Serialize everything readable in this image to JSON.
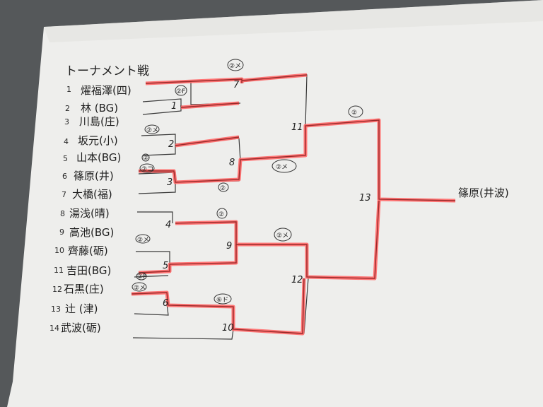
{
  "bracket": {
    "title": "トーナメント戦",
    "players": [
      {
        "seed": "1",
        "name": "燿福澤(四)"
      },
      {
        "seed": "2",
        "name": "林 (BG)"
      },
      {
        "seed": "3",
        "name": "川島(庄)"
      },
      {
        "seed": "4",
        "name": "坂元(小)"
      },
      {
        "seed": "5",
        "name": "山本(BG)"
      },
      {
        "seed": "6",
        "name": "篠原(井)"
      },
      {
        "seed": "7",
        "name": "大橋(福)"
      },
      {
        "seed": "8",
        "name": "湯浅(晴)"
      },
      {
        "seed": "9",
        "name": "高池(BG)"
      },
      {
        "seed": "10",
        "name": "齊藤(砺)"
      },
      {
        "seed": "11",
        "name": "吉田(BG)"
      },
      {
        "seed": "12",
        "name": "石黒(庄)"
      },
      {
        "seed": "13",
        "name": "辻 (津)"
      },
      {
        "seed": "14",
        "name": "武波(砺)"
      }
    ],
    "match_numbers": [
      "1",
      "2",
      "3",
      "4",
      "5",
      "6",
      "7",
      "8",
      "9",
      "10",
      "11",
      "12",
      "13"
    ],
    "annotations": [
      "②メ",
      "②F",
      "②メ",
      "②",
      "②コ",
      "②",
      "②メ",
      "②メ",
      "②",
      "②メ",
      "②F",
      "⑥ド",
      "②メ",
      "②"
    ],
    "champion": "篠原(井波)",
    "colors": {
      "paper": "#eeeeec",
      "ink": "#3a3a3a",
      "highlight": "#ff6a6a"
    }
  }
}
